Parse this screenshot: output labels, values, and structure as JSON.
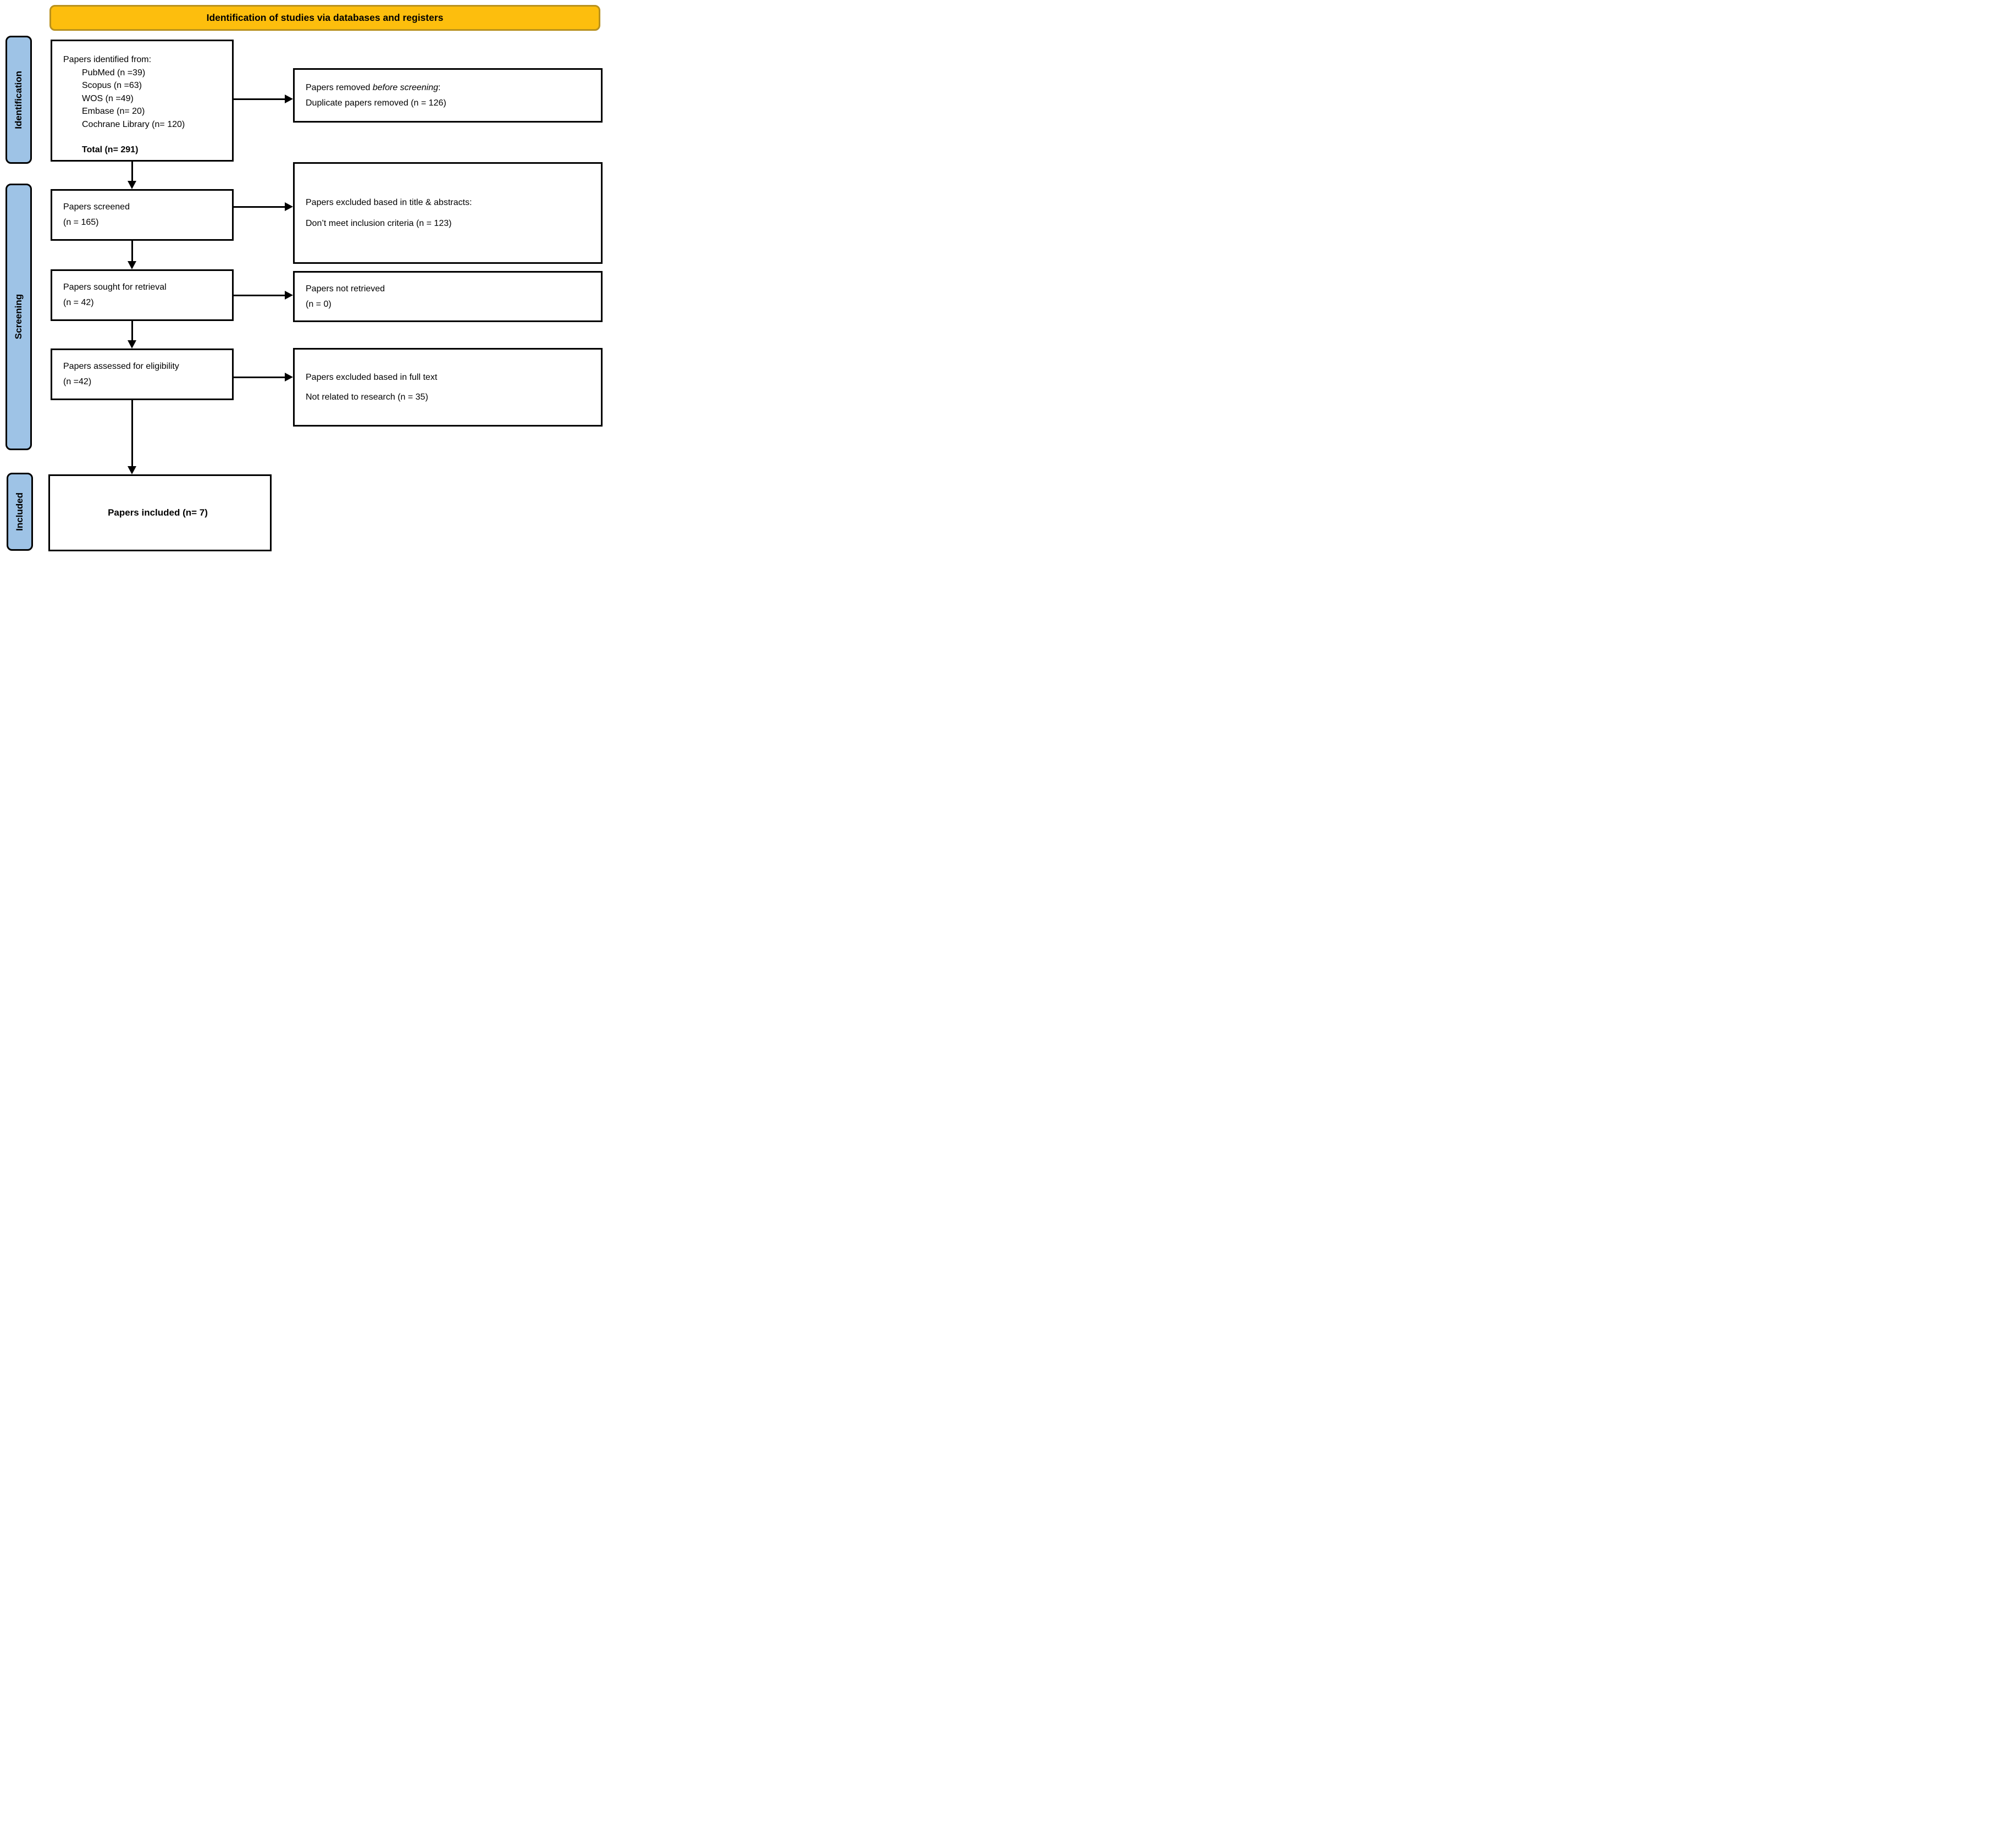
{
  "banner": {
    "title": "Identification of studies via databases and registers"
  },
  "colors": {
    "banner_fill": "#FDBE0D",
    "banner_border": "#B8911E",
    "side_fill": "#9EC3E6"
  },
  "side_labels": {
    "identification": "Identification",
    "screening": "Screening",
    "included": "Included"
  },
  "boxes": {
    "identified": {
      "title": "Papers identified from:",
      "sources": [
        "PubMed (n =39)",
        "Scopus (n =63)",
        "WOS (n =49)",
        "Embase (n= 20)",
        "Cochrane Library (n= 120)"
      ],
      "total": "Total (n= 291)"
    },
    "removed_before": {
      "line1_prefix": "Papers removed ",
      "line1_italic": "before screening",
      "line1_suffix": ":",
      "line2": "Duplicate papers removed (n = 126)"
    },
    "screened": {
      "line1": "Papers screened",
      "line2": "(n = 165)"
    },
    "excluded_title_abstracts": {
      "line1": "Papers excluded based in title & abstracts:",
      "line2": "Don’t meet inclusion criteria (n = 123)"
    },
    "sought": {
      "line1": "Papers sought for retrieval",
      "line2": "(n = 42)"
    },
    "not_retrieved": {
      "line1": "Papers not retrieved",
      "line2": "(n = 0)"
    },
    "assessed": {
      "line1": "Papers assessed for eligibility",
      "line2": "(n =42)"
    },
    "excluded_full_text": {
      "line1": "Papers excluded based in full text",
      "line2": "Not related to research (n = 35)"
    },
    "included": {
      "label": "Papers included (n= 7)"
    }
  }
}
